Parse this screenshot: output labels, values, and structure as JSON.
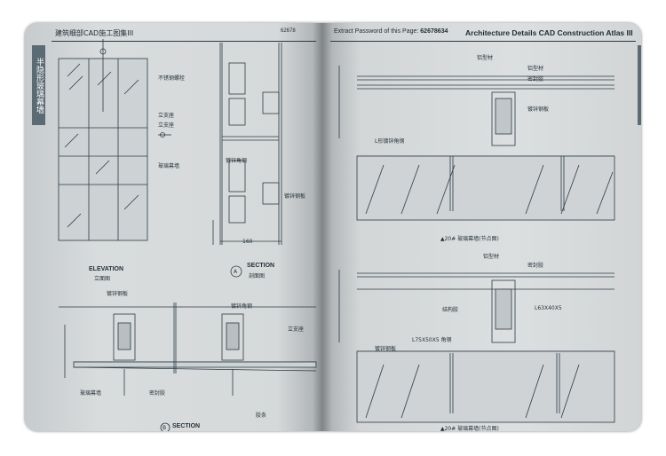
{
  "left_page": {
    "header_title": "建筑细部CAD施工图集III",
    "header_password": "62678",
    "side_tab": "半隐形玻璃幕墙",
    "elevation_label": "ELEVATION",
    "elevation_sub": "立面图",
    "section_a_marker": "A",
    "section_a_label": "SECTION",
    "section_a_sub": "剖面图",
    "section_b_marker": "B",
    "section_b_label": "SECTION",
    "dim_160": "160",
    "annotations": {
      "ann_1": "不锈钢螺栓",
      "ann_2": "立支座",
      "ann_3": "立支座",
      "ann_4": "镀锌角钢",
      "ann_5": "镀锌钢板",
      "ann_6": "玻璃幕墙",
      "ann_7": "镀锌角钢",
      "ann_8": "镀锌钢板",
      "ann_9": "立支座",
      "ann_10": "玻璃幕墙",
      "ann_11": "密封胶",
      "ann_12": "胶条"
    }
  },
  "right_page": {
    "header_password_label": "Extract Password of this Page:",
    "header_password": "62678634",
    "header_title": "Architecture Details CAD Construction Atlas III",
    "caption_top": "▲20# 玻璃幕墙(节点图)",
    "caption_bottom": "▲20# 玻璃幕墙(节点图)",
    "annotations": {
      "ann_a": "铝型材",
      "ann_b": "铝型材",
      "ann_c": "密封胶",
      "ann_d": "镀锌钢板",
      "ann_e": "L形镀锌角钢",
      "ann_f": "铝型材",
      "ann_g": "密封胶",
      "ann_h": "结构胶",
      "ann_i": "L75X50X5 角钢",
      "ann_j": "L63X40X5",
      "ann_k": "镀锌钢板"
    }
  }
}
